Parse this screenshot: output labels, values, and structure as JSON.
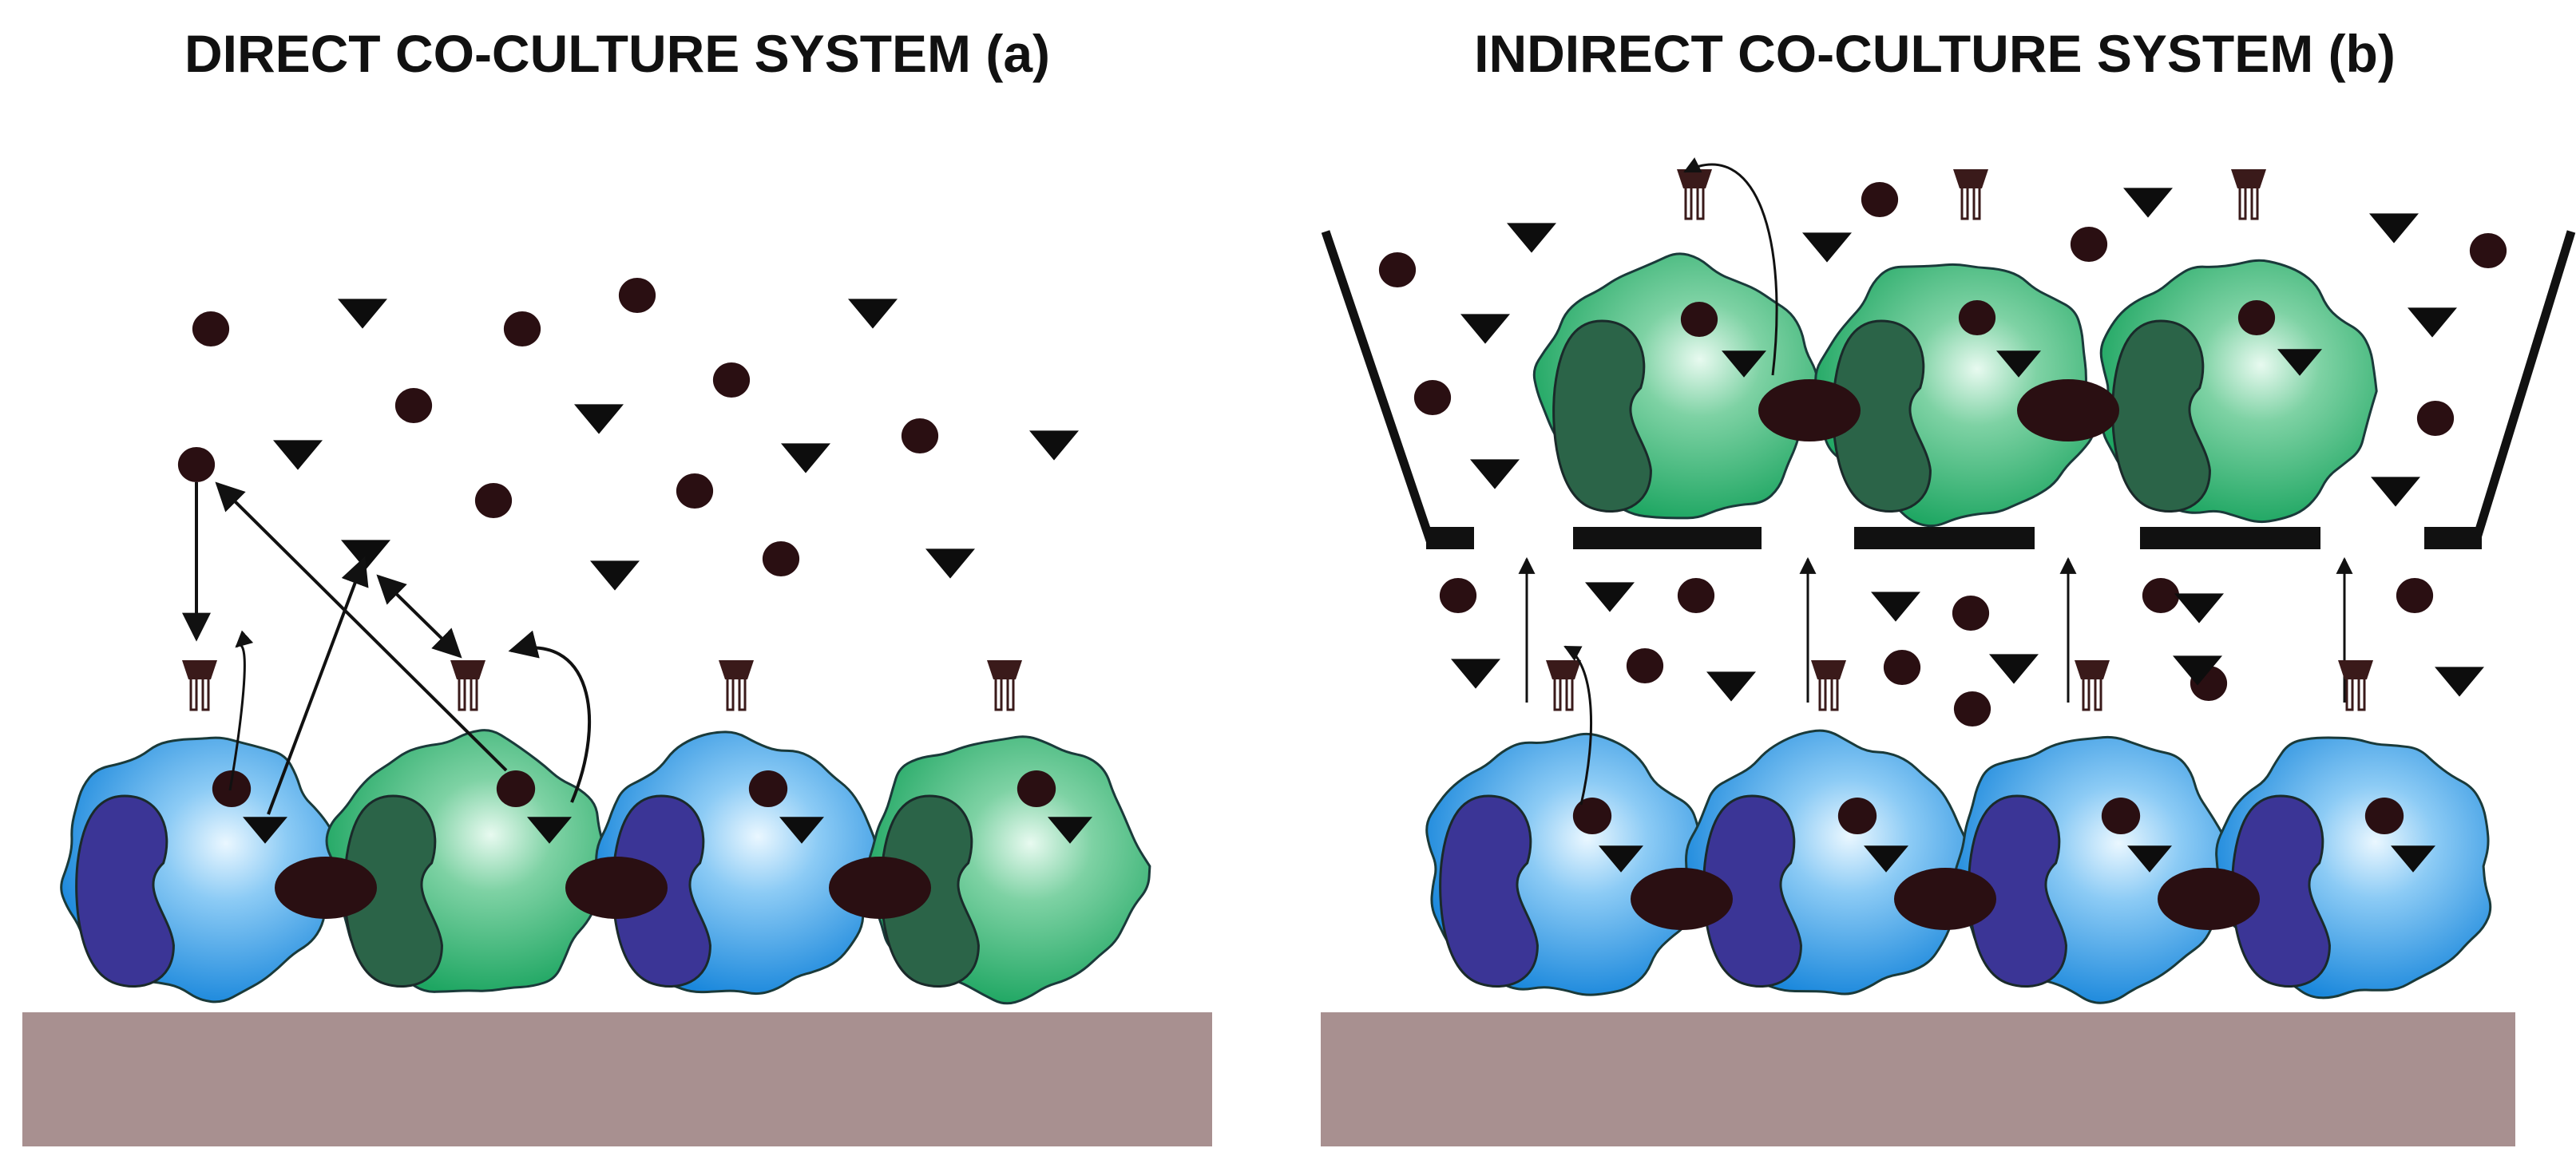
{
  "panels": {
    "direct": {
      "title": "DIRECT CO-CULTURE SYSTEM (a)"
    },
    "indirect": {
      "title": "INDIRECT CO-CULTURE SYSTEM (b)"
    }
  },
  "colors": {
    "blue_cell": "#1E8FE0",
    "blue_cell_highlight": "#E8F6FF",
    "blue_nucleus": "#3B3596",
    "green_cell": "#1FA865",
    "green_cell_highlight": "#E6F8EE",
    "green_nucleus": "#2B6448",
    "particle": "#2A0F12",
    "substrate": "#A89090",
    "insert": "#111111"
  },
  "icons": {
    "sphere_particle": "dark-circle",
    "triangle_particle": "dark-inverted-triangle",
    "receptor": "receptor-stalk",
    "junction": "dark-ellipse-junction"
  }
}
